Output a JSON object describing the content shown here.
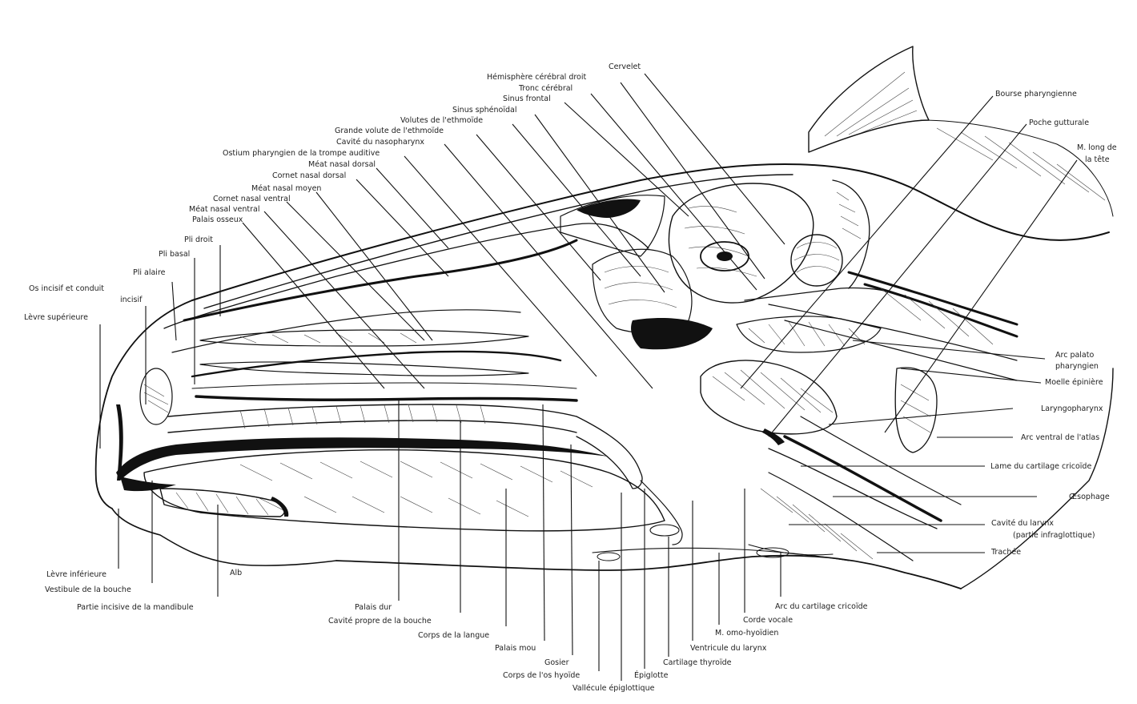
{
  "figure": {
    "colors": {
      "ink": "#111111",
      "paper": "#ffffff"
    },
    "labels": {
      "cervelet": "Cervelet",
      "hemisphere": "Hémisphère cérébral droit",
      "tronc": "Tronc cérébral",
      "sinus_frontal": "Sinus frontal",
      "sinus_sphenoidal": "Sinus sphénoïdal",
      "volutes_ethmoide": "Volutes de l'ethmoïde",
      "grande_volute": "Grande volute de l'ethmoïde",
      "cavite_nasopharynx": "Cavité du nasopharynx",
      "ostium": "Ostium pharyngien de la trompe auditive",
      "meat_dorsal": "Méat nasal dorsal",
      "cornet_dorsal": "Cornet nasal dorsal",
      "meat_moyen": "Méat nasal moyen",
      "cornet_ventral": "Cornet nasal ventral",
      "meat_ventral": "Méat nasal ventral",
      "palais_osseux": "Palais osseux",
      "pli_droit": "Pli droit",
      "pli_basal": "Pli basal",
      "pli_alaire": "Pli alaire",
      "os_incisif_1": "Os incisif et conduit",
      "os_incisif_2": "incisif",
      "levre_sup": "Lèvre supérieure",
      "bourse_pharyngienne": "Bourse pharyngienne",
      "poche_gutturale": "Poche gutturale",
      "m_long_1": "M. long de",
      "m_long_2": "la tête",
      "arc_palato_1": "Arc palato",
      "arc_palato_2": "pharyngien",
      "moelle": "Moelle épinière",
      "laryngopharynx": "Laryngopharynx",
      "arc_ventral_atlas": "Arc ventral de l'atlas",
      "lame_cricoide": "Lame du cartilage cricoïde",
      "oesophage": "Œsophage",
      "cavite_larynx_1": "Cavité du larynx",
      "cavite_larynx_2": "(partie infraglottique)",
      "trachee": "Trachée",
      "arc_cricoide": "Arc du cartilage cricoïde",
      "corde_vocale": "Corde vocale",
      "m_omo": "M. omo-hyoïdien",
      "ventricule_larynx": "Ventricule du larynx",
      "cartilage_thyroide": "Cartilage thyroïde",
      "epiglotte": "Épiglotte",
      "vallecule": "Vallécule épiglottique",
      "corps_hyoide": "Corps de l'os hyoïde",
      "gosier": "Gosier",
      "palais_mou": "Palais mou",
      "corps_langue": "Corps de la langue",
      "cavite_bouche": "Cavité propre de la bouche",
      "palais_dur": "Palais dur",
      "partie_incisive": "Partie incisive de la mandibule",
      "vestibule": "Vestibule de la bouche",
      "levre_inf": "Lèvre inférieure",
      "alb": "Alb"
    }
  }
}
